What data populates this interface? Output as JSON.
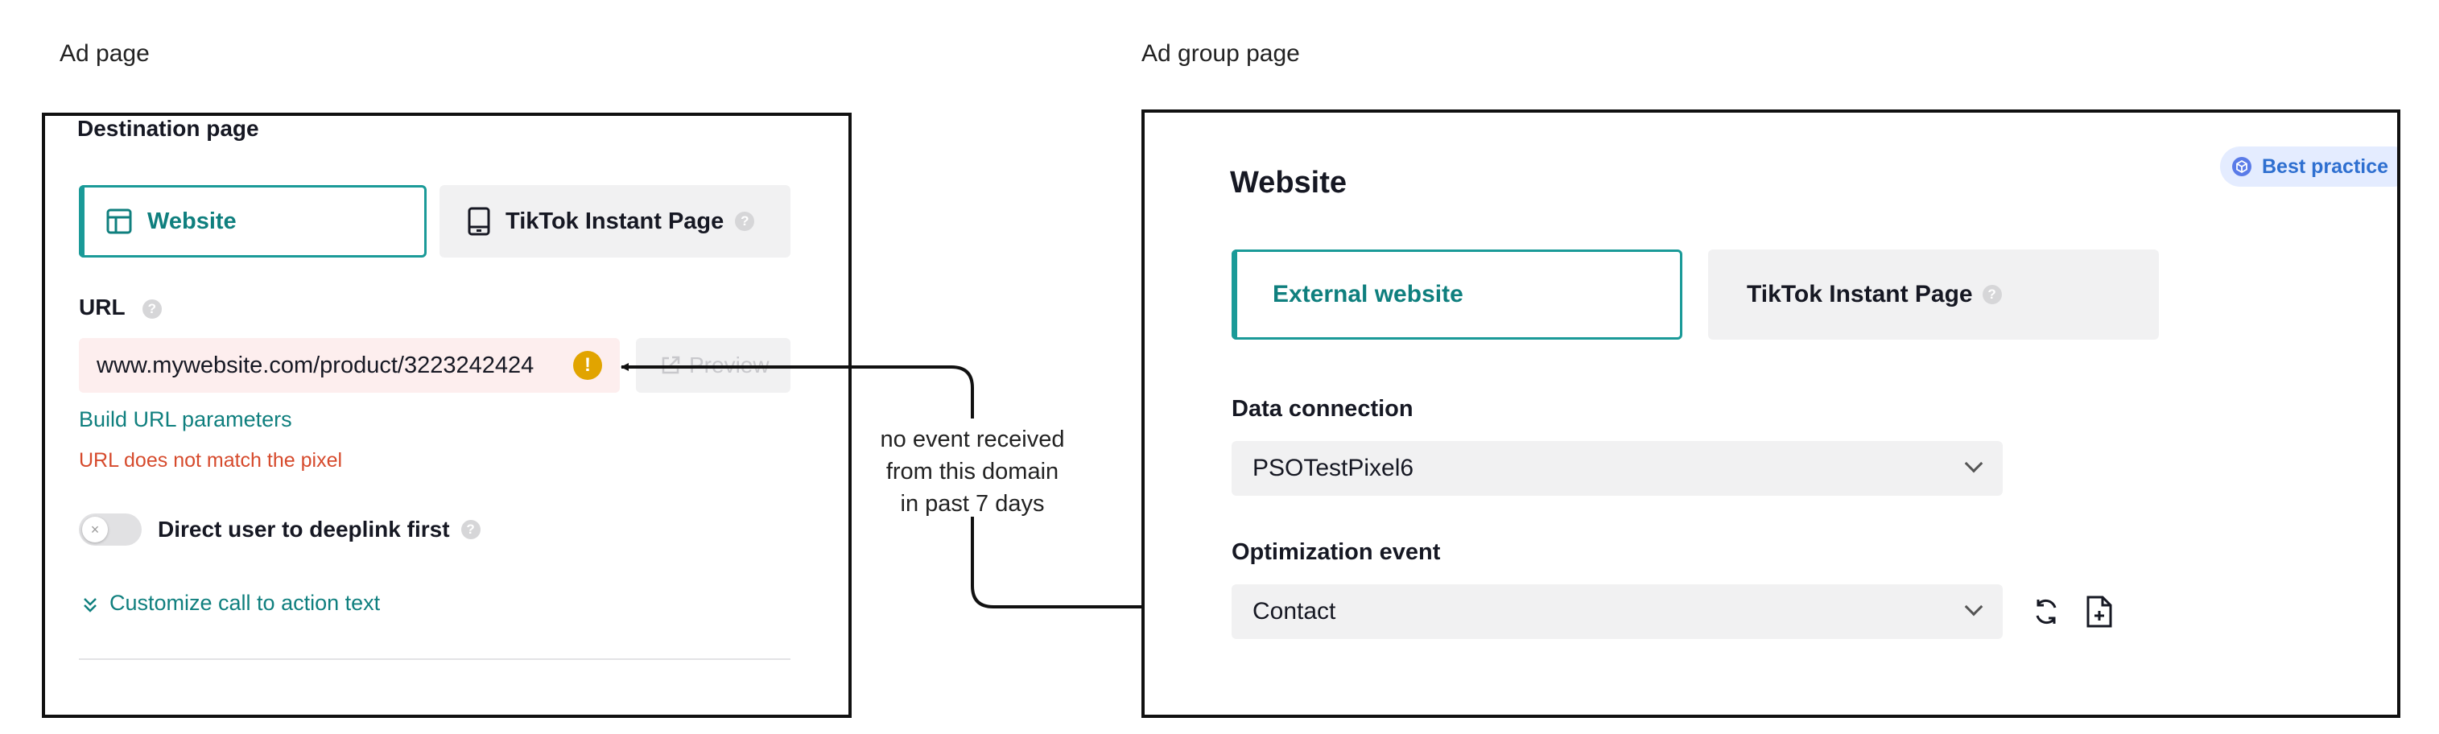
{
  "captions": {
    "left": "Ad page",
    "right": "Ad group page"
  },
  "ad_page": {
    "destination_label": "Destination page",
    "options": [
      {
        "label": "Website",
        "selected": true
      },
      {
        "label": "TikTok Instant Page",
        "selected": false
      }
    ],
    "url_label": "URL",
    "url_value": "www.mywebsite.com/product/3223242424",
    "preview_label": "Preview",
    "build_url_link": "Build URL parameters",
    "error": "URL does not match the pixel",
    "deeplink_label": "Direct user to deeplink first",
    "deeplink_on": false,
    "customize_link": "Customize call to action text"
  },
  "annotation": {
    "lines": [
      "no event received",
      "from this domain",
      "in past 7 days"
    ]
  },
  "ad_group_page": {
    "title": "Website",
    "badge": "Best practice",
    "options": [
      {
        "label": "External website",
        "selected": true
      },
      {
        "label": "TikTok Instant Page",
        "selected": false
      }
    ],
    "data_connection_label": "Data connection",
    "data_connection_value": "PSOTestPixel6",
    "optimization_label": "Optimization event",
    "optimization_value": "Contact"
  },
  "colors": {
    "accent": "#1a9a98",
    "error": "#d64a2c",
    "warning": "#e1a400",
    "badge_bg": "#e4ecff"
  },
  "icons": [
    "layout-icon",
    "tablet-icon",
    "help-icon",
    "warning-icon",
    "external-link-icon",
    "chevron-double-down-icon",
    "refresh-icon",
    "add-file-icon",
    "cube-icon",
    "chevron-down-icon"
  ]
}
